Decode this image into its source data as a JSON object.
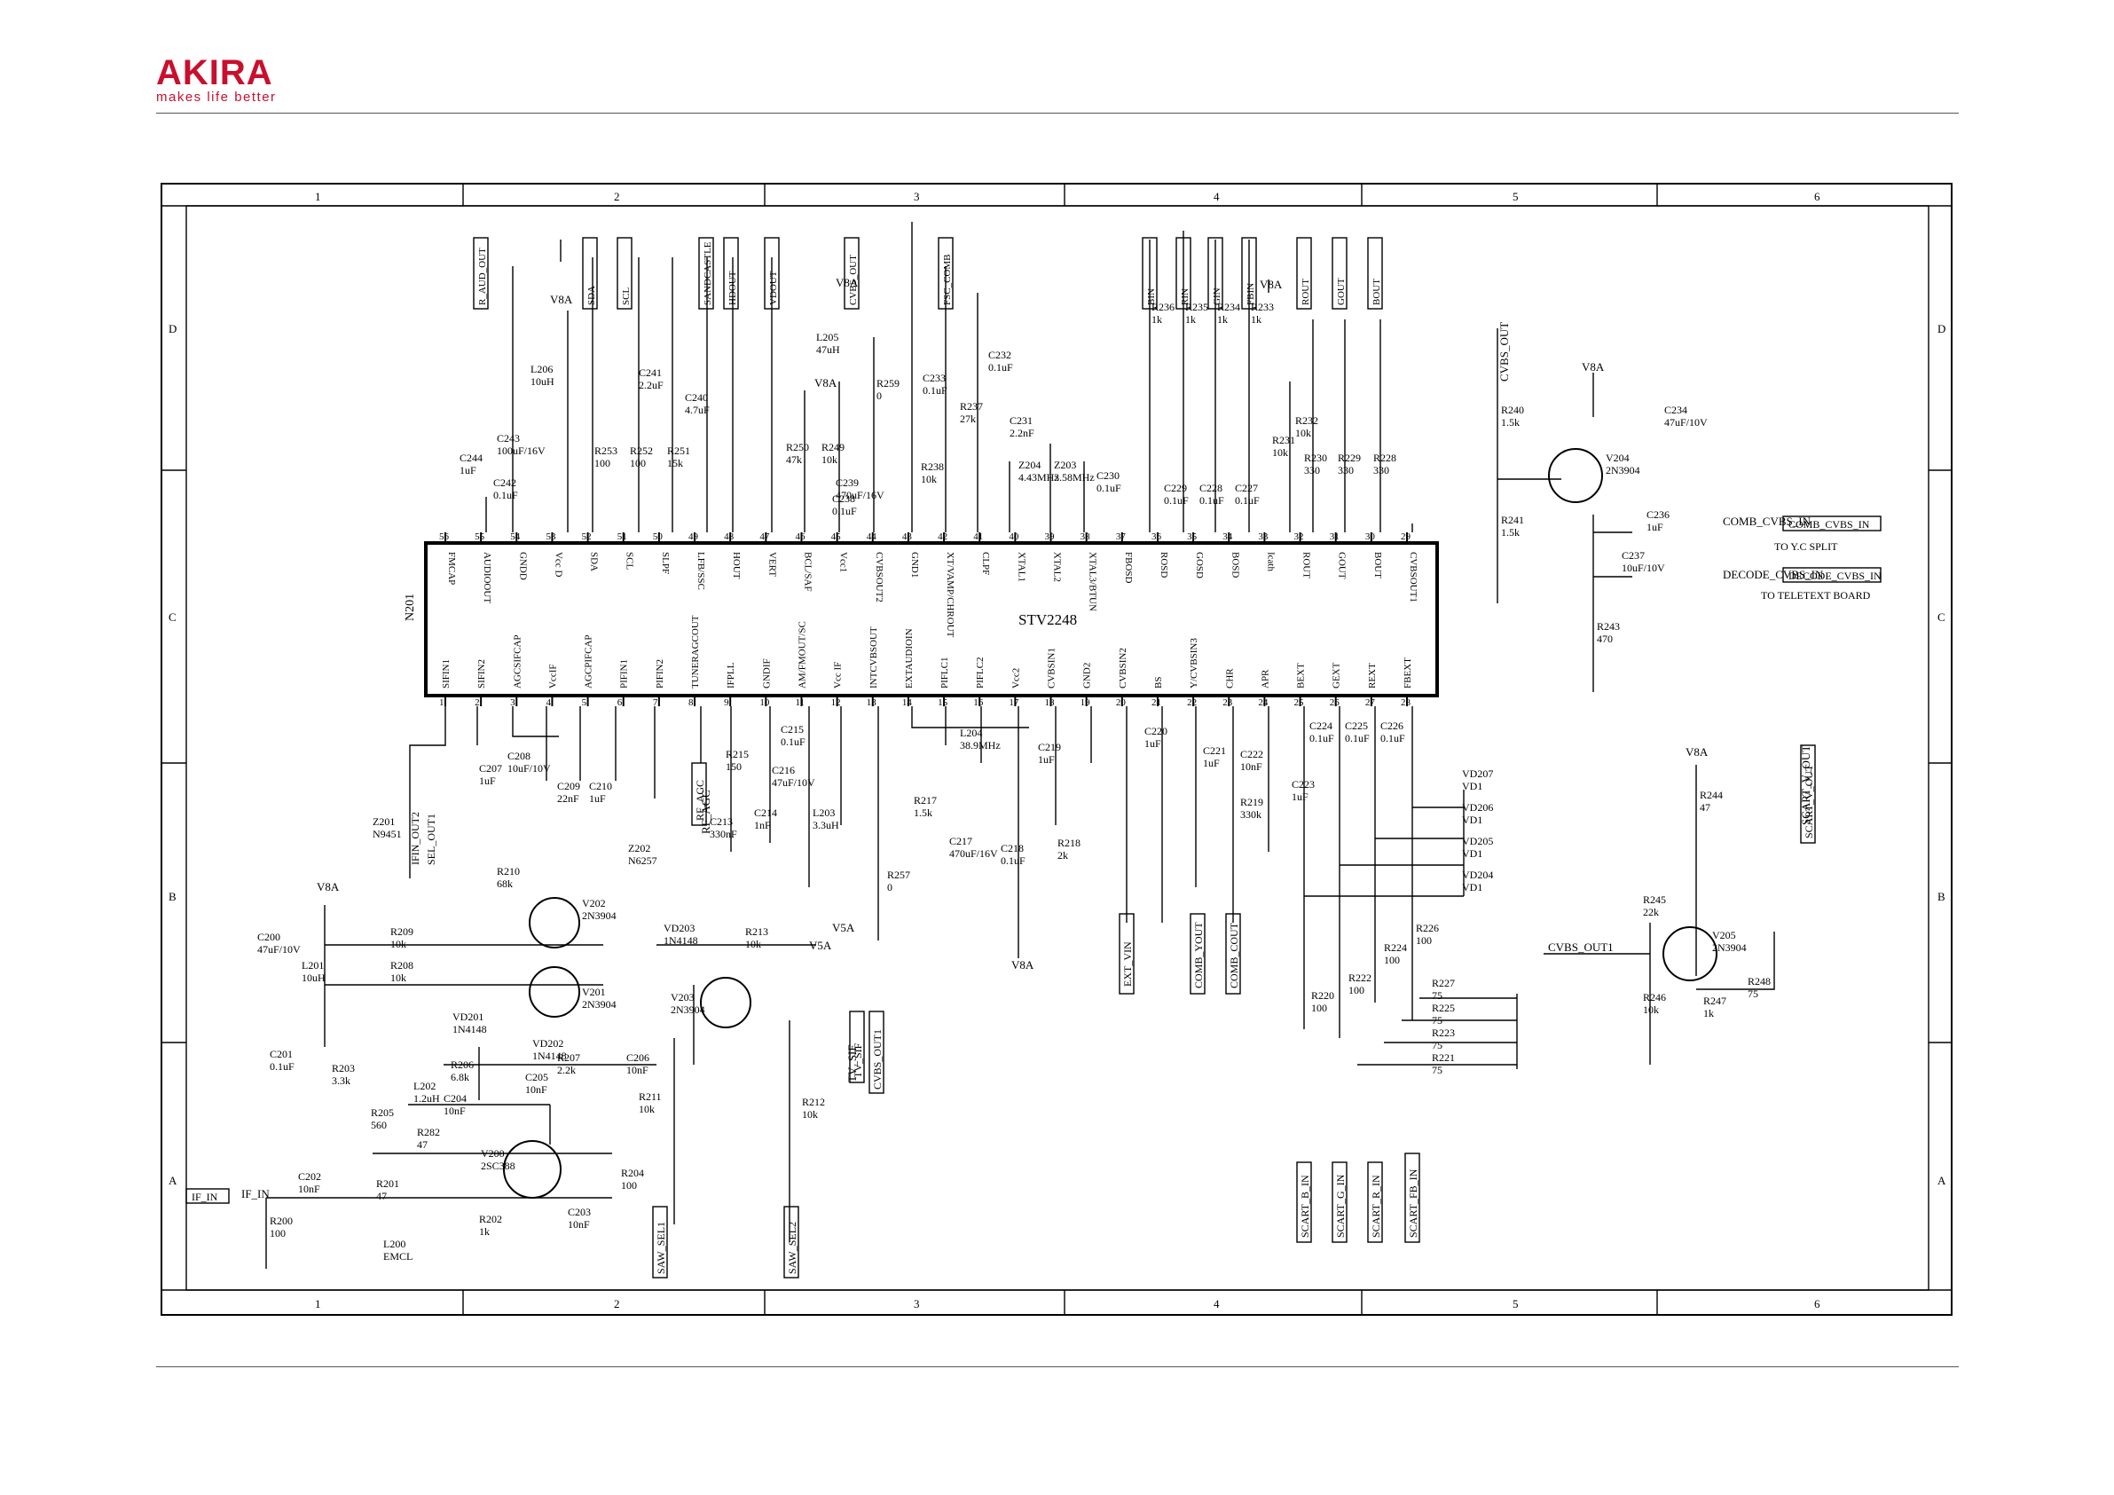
{
  "header": {
    "brand": "AKIRA",
    "tagline": "makes life better"
  },
  "frame": {
    "columns": [
      "1",
      "2",
      "3",
      "4",
      "5",
      "6"
    ],
    "rows": [
      "D",
      "C",
      "B",
      "A"
    ]
  },
  "ic": {
    "ref": "N201",
    "part": "STV2248",
    "top_pins": [
      {
        "n": "56",
        "name": "FMCAP"
      },
      {
        "n": "55",
        "name": "AUDIOOUT"
      },
      {
        "n": "54",
        "name": "GNDD"
      },
      {
        "n": "53",
        "name": "Vcc D"
      },
      {
        "n": "52",
        "name": "SDA"
      },
      {
        "n": "51",
        "name": "SCL"
      },
      {
        "n": "50",
        "name": "SLPF"
      },
      {
        "n": "49",
        "name": "LFB/SSC"
      },
      {
        "n": "48",
        "name": "HOUT"
      },
      {
        "n": "47",
        "name": "VERT"
      },
      {
        "n": "46",
        "name": "BCL/SAF"
      },
      {
        "n": "45",
        "name": "Vcc1"
      },
      {
        "n": "44",
        "name": "CVBSOUT2"
      },
      {
        "n": "43",
        "name": "GND1"
      },
      {
        "n": "42",
        "name": "XT/VAMP/CHROUT"
      },
      {
        "n": "41",
        "name": "CLPF"
      },
      {
        "n": "40",
        "name": "XTAL1"
      },
      {
        "n": "39",
        "name": "XTAL2"
      },
      {
        "n": "38",
        "name": "XTAL3/BTUN"
      },
      {
        "n": "37",
        "name": "FBOSD"
      },
      {
        "n": "36",
        "name": "ROSD"
      },
      {
        "n": "35",
        "name": "GOSD"
      },
      {
        "n": "34",
        "name": "BOSD"
      },
      {
        "n": "33",
        "name": "Icath"
      },
      {
        "n": "32",
        "name": "ROUT"
      },
      {
        "n": "31",
        "name": "GOUT"
      },
      {
        "n": "30",
        "name": "BOUT"
      },
      {
        "n": "29",
        "name": "CVBSOUT1"
      }
    ],
    "bottom_pins": [
      {
        "n": "1",
        "name": "SIFIN1"
      },
      {
        "n": "2",
        "name": "SIFIN2"
      },
      {
        "n": "3",
        "name": "AGCSIFCAP"
      },
      {
        "n": "4",
        "name": "VccIF"
      },
      {
        "n": "5",
        "name": "AGCPIFCAP"
      },
      {
        "n": "6",
        "name": "PIFIN1"
      },
      {
        "n": "7",
        "name": "PIFIN2"
      },
      {
        "n": "8",
        "name": "TUNERAGCOUT"
      },
      {
        "n": "9",
        "name": "IFPLL"
      },
      {
        "n": "10",
        "name": "GNDIF"
      },
      {
        "n": "11",
        "name": "AM/FMOUT/SC"
      },
      {
        "n": "12",
        "name": "Vcc IF"
      },
      {
        "n": "13",
        "name": "INTCVBSOUT"
      },
      {
        "n": "14",
        "name": "EXTAUDIOIN"
      },
      {
        "n": "15",
        "name": "PIFLC1"
      },
      {
        "n": "16",
        "name": "PIFLC2"
      },
      {
        "n": "17",
        "name": "Vcc2"
      },
      {
        "n": "18",
        "name": "CVBSIN1"
      },
      {
        "n": "19",
        "name": "GND2"
      },
      {
        "n": "20",
        "name": "CVBSIN2"
      },
      {
        "n": "21",
        "name": "BS"
      },
      {
        "n": "22",
        "name": "Y/CVBSIN3"
      },
      {
        "n": "23",
        "name": "CHR"
      },
      {
        "n": "24",
        "name": "APR"
      },
      {
        "n": "25",
        "name": "BEXT"
      },
      {
        "n": "26",
        "name": "GEXT"
      },
      {
        "n": "27",
        "name": "REXT"
      },
      {
        "n": "28",
        "name": "FBEXT"
      }
    ]
  },
  "top_labels": [
    {
      "ref": "R_AUD_OUT",
      "net": "R_AUD_OUT"
    },
    {
      "ref": "SDA",
      "net": "SDA"
    },
    {
      "ref": "SCL",
      "net": "SCL"
    },
    {
      "ref": "SANDCASTLE",
      "net": "SANDCASTLE"
    },
    {
      "ref": "HDOUT",
      "net": "HDOUT"
    },
    {
      "ref": "VDOUT",
      "net": "VDOUT"
    },
    {
      "ref": "CVBS_OUT",
      "net": "CVBS_OUT"
    },
    {
      "ref": "FSC_COMB",
      "net": "FSC_COMB"
    },
    {
      "ref": "BIN",
      "net": "BIN"
    },
    {
      "ref": "RIN",
      "net": "RIN"
    },
    {
      "ref": "GIN",
      "net": "GIN"
    },
    {
      "ref": "FBIN",
      "net": "FBIN"
    },
    {
      "ref": "ROUT",
      "net": "ROUT"
    },
    {
      "ref": "GOUT",
      "net": "GOUT"
    },
    {
      "ref": "BOUT",
      "net": "BOUT"
    }
  ],
  "components_top": [
    {
      "ref": "C244",
      "val": "1uF"
    },
    {
      "ref": "C243",
      "val": "100uF/16V"
    },
    {
      "ref": "C242",
      "val": "0.1uF"
    },
    {
      "ref": "L206",
      "val": "10uH"
    },
    {
      "ref": "R253",
      "val": "100"
    },
    {
      "ref": "R252",
      "val": "100"
    },
    {
      "ref": "R251",
      "val": "15k"
    },
    {
      "ref": "C241",
      "val": "2.2uF"
    },
    {
      "ref": "C240",
      "val": "4.7uF"
    },
    {
      "ref": "R250",
      "val": "47k"
    },
    {
      "ref": "R249",
      "val": "10k"
    },
    {
      "ref": "L205",
      "val": "47uH"
    },
    {
      "ref": "R259",
      "val": "0"
    },
    {
      "ref": "C239",
      "val": "470uF/16V"
    },
    {
      "ref": "C238",
      "val": "0.1uF"
    },
    {
      "ref": "R238",
      "val": "10k"
    },
    {
      "ref": "C233",
      "val": "0.1uF"
    },
    {
      "ref": "C232",
      "val": "0.1uF"
    },
    {
      "ref": "R237",
      "val": "27k"
    },
    {
      "ref": "C231",
      "val": "2.2nF"
    },
    {
      "ref": "Z204",
      "val": "4.43MHz"
    },
    {
      "ref": "Z203",
      "val": "3.58MHz"
    },
    {
      "ref": "C230",
      "val": "0.1uF"
    },
    {
      "ref": "R236",
      "val": "1k"
    },
    {
      "ref": "R235",
      "val": "1k"
    },
    {
      "ref": "R234",
      "val": "1k"
    },
    {
      "ref": "R233",
      "val": "1k"
    },
    {
      "ref": "C229",
      "val": "0.1uF"
    },
    {
      "ref": "C228",
      "val": "0.1uF"
    },
    {
      "ref": "C227",
      "val": "0.1uF"
    },
    {
      "ref": "R231",
      "val": "10k"
    },
    {
      "ref": "R232",
      "val": "10k"
    },
    {
      "ref": "R230",
      "val": "330"
    },
    {
      "ref": "R229",
      "val": "330"
    },
    {
      "ref": "R228",
      "val": "330"
    }
  ],
  "components_bottom": [
    {
      "ref": "C207",
      "val": "1uF"
    },
    {
      "ref": "C208",
      "val": "10uF/10V"
    },
    {
      "ref": "C209",
      "val": "22nF"
    },
    {
      "ref": "C210",
      "val": "1uF"
    },
    {
      "ref": "Z201",
      "val": "N9451"
    },
    {
      "ref": "Z202",
      "val": "N6257"
    },
    {
      "ref": "R215",
      "val": "150"
    },
    {
      "ref": "C213",
      "val": "330nF"
    },
    {
      "ref": "C214",
      "val": "1nF"
    },
    {
      "ref": "C215",
      "val": "0.1uF"
    },
    {
      "ref": "C216",
      "val": "47uF/10V"
    },
    {
      "ref": "L203",
      "val": "3.3uH"
    },
    {
      "ref": "L204",
      "val": "38.9MHz"
    },
    {
      "ref": "R217",
      "val": "1.5k"
    },
    {
      "ref": "C217",
      "val": "470uF/16V"
    },
    {
      "ref": "C218",
      "val": "0.1uF"
    },
    {
      "ref": "R218",
      "val": "2k"
    },
    {
      "ref": "C219",
      "val": "1uF"
    },
    {
      "ref": "C220",
      "val": "1uF"
    },
    {
      "ref": "C221",
      "val": "1uF"
    },
    {
      "ref": "C222",
      "val": "10nF"
    },
    {
      "ref": "R219",
      "val": "330k"
    },
    {
      "ref": "C223",
      "val": "1uF"
    },
    {
      "ref": "C224",
      "val": "0.1uF"
    },
    {
      "ref": "C225",
      "val": "0.1uF"
    },
    {
      "ref": "C226",
      "val": "0.1uF"
    },
    {
      "ref": "R257",
      "val": "0"
    },
    {
      "ref": "R213",
      "val": "10k"
    },
    {
      "ref": "R210",
      "val": "68k"
    },
    {
      "ref": "R209",
      "val": "10k"
    },
    {
      "ref": "R208",
      "val": "10k"
    },
    {
      "ref": "R206",
      "val": "6.8k"
    },
    {
      "ref": "R207",
      "val": "2.2k"
    },
    {
      "ref": "C205",
      "val": "10nF"
    },
    {
      "ref": "C206",
      "val": "10nF"
    },
    {
      "ref": "R211",
      "val": "10k"
    },
    {
      "ref": "R212",
      "val": "10k"
    },
    {
      "ref": "C200",
      "val": "47uF/10V"
    },
    {
      "ref": "L201",
      "val": "10uH"
    },
    {
      "ref": "C201",
      "val": "0.1uF"
    },
    {
      "ref": "R203",
      "val": "3.3k"
    },
    {
      "ref": "L202",
      "val": "1.2uH"
    },
    {
      "ref": "C204",
      "val": "10nF"
    },
    {
      "ref": "R205",
      "val": "560"
    },
    {
      "ref": "R282",
      "val": "47"
    },
    {
      "ref": "C202",
      "val": "10nF"
    },
    {
      "ref": "R201",
      "val": "47"
    },
    {
      "ref": "R202",
      "val": "1k"
    },
    {
      "ref": "C203",
      "val": "10nF"
    },
    {
      "ref": "R204",
      "val": "100"
    },
    {
      "ref": "R200",
      "val": "100"
    },
    {
      "ref": "L200",
      "val": "EMCL"
    }
  ],
  "semis": [
    {
      "ref": "V202",
      "val": "2N3904"
    },
    {
      "ref": "V201",
      "val": "2N3904"
    },
    {
      "ref": "V203",
      "val": "2N3904"
    },
    {
      "ref": "V200",
      "val": "2SC388"
    },
    {
      "ref": "V204",
      "val": "2N3904"
    },
    {
      "ref": "V205",
      "val": "2N3904"
    },
    {
      "ref": "VD203",
      "val": "1N4148"
    },
    {
      "ref": "VD201",
      "val": "1N4148"
    },
    {
      "ref": "VD202",
      "val": "1N4148"
    },
    {
      "ref": "VD207",
      "val": "VD1"
    },
    {
      "ref": "VD206",
      "val": "VD1"
    },
    {
      "ref": "VD205",
      "val": "VD1"
    },
    {
      "ref": "VD204",
      "val": "VD1"
    }
  ],
  "right_section": [
    {
      "ref": "R240",
      "val": "1.5k"
    },
    {
      "ref": "R241",
      "val": "1.5k"
    },
    {
      "ref": "C234",
      "val": "47uF/10V"
    },
    {
      "ref": "C236",
      "val": "1uF"
    },
    {
      "ref": "C237",
      "val": "10uF/10V"
    },
    {
      "ref": "R243",
      "val": "470"
    },
    {
      "ref": "R244",
      "val": "47"
    },
    {
      "ref": "R245",
      "val": "22k"
    },
    {
      "ref": "R246",
      "val": "10k"
    },
    {
      "ref": "R247",
      "val": "1k"
    },
    {
      "ref": "R248",
      "val": "75"
    },
    {
      "ref": "R226",
      "val": "100"
    },
    {
      "ref": "R224",
      "val": "100"
    },
    {
      "ref": "R222",
      "val": "100"
    },
    {
      "ref": "R220",
      "val": "100"
    },
    {
      "ref": "R227",
      "val": "75"
    },
    {
      "ref": "R225",
      "val": "75"
    },
    {
      "ref": "R223",
      "val": "75"
    },
    {
      "ref": "R221",
      "val": "75"
    }
  ],
  "nets": {
    "v8a": "V8A",
    "v5a": "V5A",
    "comb_cvbs_in": "COMB_CVBS_IN",
    "to_yc_split": "TO Y.C SPLIT",
    "decode_cvbs_in": "DECODE_CVBS_IN",
    "to_teletext": "TO TELETEXT BOARD",
    "cvbs_out1": "CVBS_OUT1",
    "cvbs_out_right": "CVBS_OUT",
    "scart_v_out": "SCART_V_OUT",
    "if_in": "IF_IN",
    "if_in_wire": "IF_IN",
    "tv_sif": "TV_SIF",
    "saw_sel1": "SAW_SEL1",
    "saw_sel2": "SAW_SEL2",
    "rf_agc": "RF_AGC",
    "ext_vin": "EXT_VIN",
    "comb_yout": "COMB_YOUT",
    "comb_cout": "COMB_COUT",
    "scart_b_in": "SCART_B_IN",
    "scart_g_in": "SCART_G_IN",
    "scart_r_in": "SCART_R_IN",
    "scart_fb_in": "SCART_FB_IN",
    "if_out2": "IFIN_OUT2",
    "sel_out1": "SEL_OUT1"
  }
}
